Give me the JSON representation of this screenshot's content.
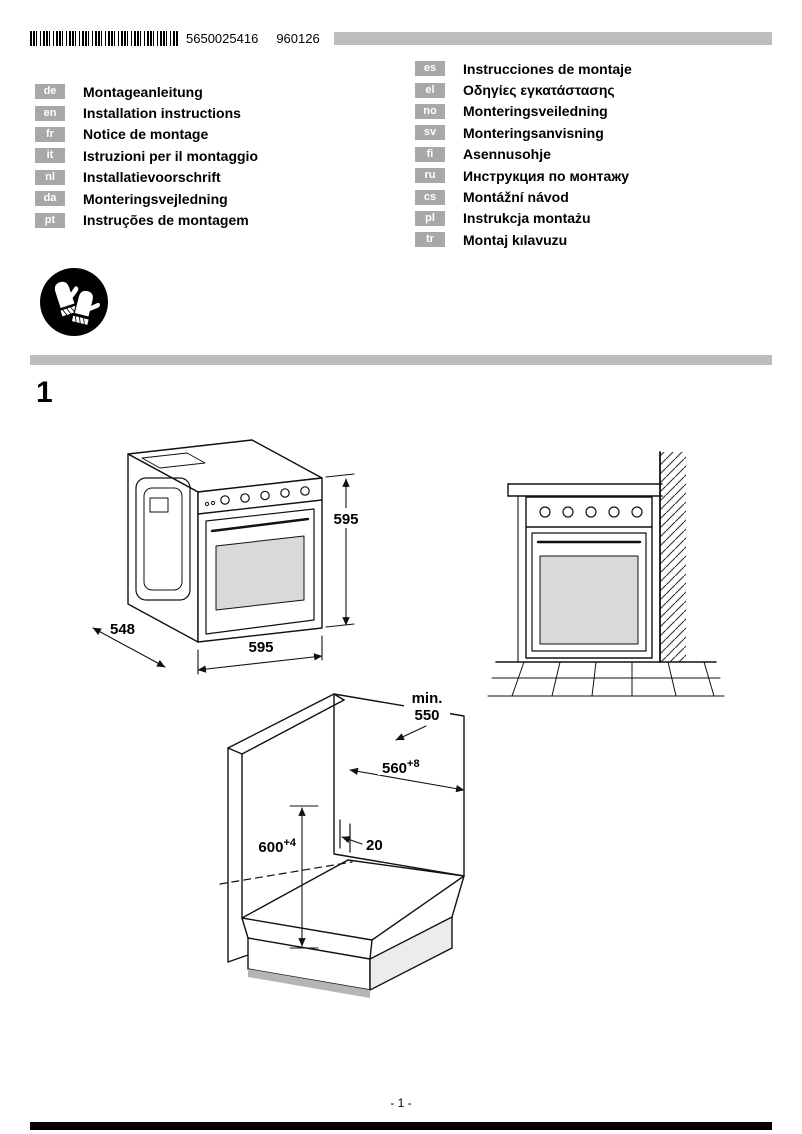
{
  "header": {
    "barcode_number": "5650025416",
    "barcode_code": "960126"
  },
  "languages": {
    "left": [
      {
        "code": "de",
        "title": "Montageanleitung"
      },
      {
        "code": "en",
        "title": "Installation instructions"
      },
      {
        "code": "fr",
        "title": "Notice de montage"
      },
      {
        "code": "it",
        "title": "Istruzioni per il montaggio"
      },
      {
        "code": "nl",
        "title": "Installatievoorschrift"
      },
      {
        "code": "da",
        "title": "Monteringsvejledning"
      },
      {
        "code": "pt",
        "title": "Instruções de montagem"
      }
    ],
    "right": [
      {
        "code": "es",
        "title": "Instrucciones de montaje"
      },
      {
        "code": "el",
        "title": "Οδηγίες εγκατάστασης"
      },
      {
        "code": "no",
        "title": "Monteringsveiledning"
      },
      {
        "code": "sv",
        "title": "Monteringsanvisning"
      },
      {
        "code": "fi",
        "title": "Asennusohje"
      },
      {
        "code": "ru",
        "title": "Инструкция по монтажу"
      },
      {
        "code": "cs",
        "title": "Montážní návod"
      },
      {
        "code": "pl",
        "title": "Instrukcja montażu"
      },
      {
        "code": "tr",
        "title": "Montaj kılavuzu"
      }
    ]
  },
  "safety": {
    "icon": "protective-gloves-icon"
  },
  "figure": {
    "number": "1",
    "dims": {
      "oven_height": "595",
      "oven_depth": "548",
      "oven_width": "595",
      "min_label": "min.",
      "min_value": "550",
      "niche_width": "560",
      "niche_width_tol": "+8",
      "niche_height": "600",
      "niche_height_tol": "+4",
      "rail": "20"
    }
  },
  "footer": {
    "page_number": "- 1 -"
  },
  "colors": {
    "bar_gray": "#bdbdbd",
    "badge_gray": "#a8a8a8",
    "shadow_gray": "#b5b5b5",
    "line": "#111111"
  }
}
